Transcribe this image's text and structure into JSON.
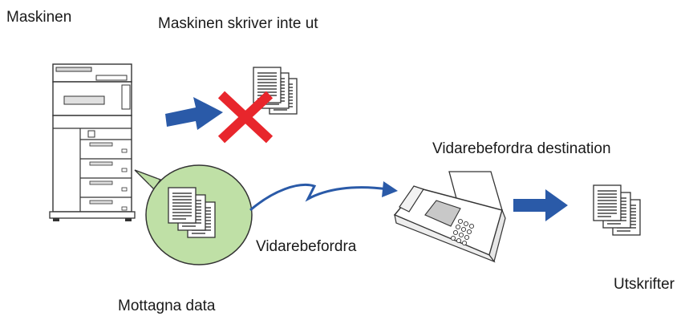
{
  "labels": {
    "machine": "Maskinen",
    "no_print": "Maskinen skriver inte ut",
    "forward_destination": "Vidarebefordra destination",
    "forward": "Vidarebefordra",
    "printouts": "Utskrifter",
    "received_data": "Mottagna data"
  },
  "colors": {
    "arrow_blue": "#2a5aa8",
    "cross_red": "#e8262c",
    "bubble_green": "#bfe0a6",
    "outline": "#333333"
  },
  "icons": [
    "printer-machine-icon",
    "document-stack-icon",
    "cross-icon",
    "fax-machine-icon",
    "arrow-icon"
  ]
}
